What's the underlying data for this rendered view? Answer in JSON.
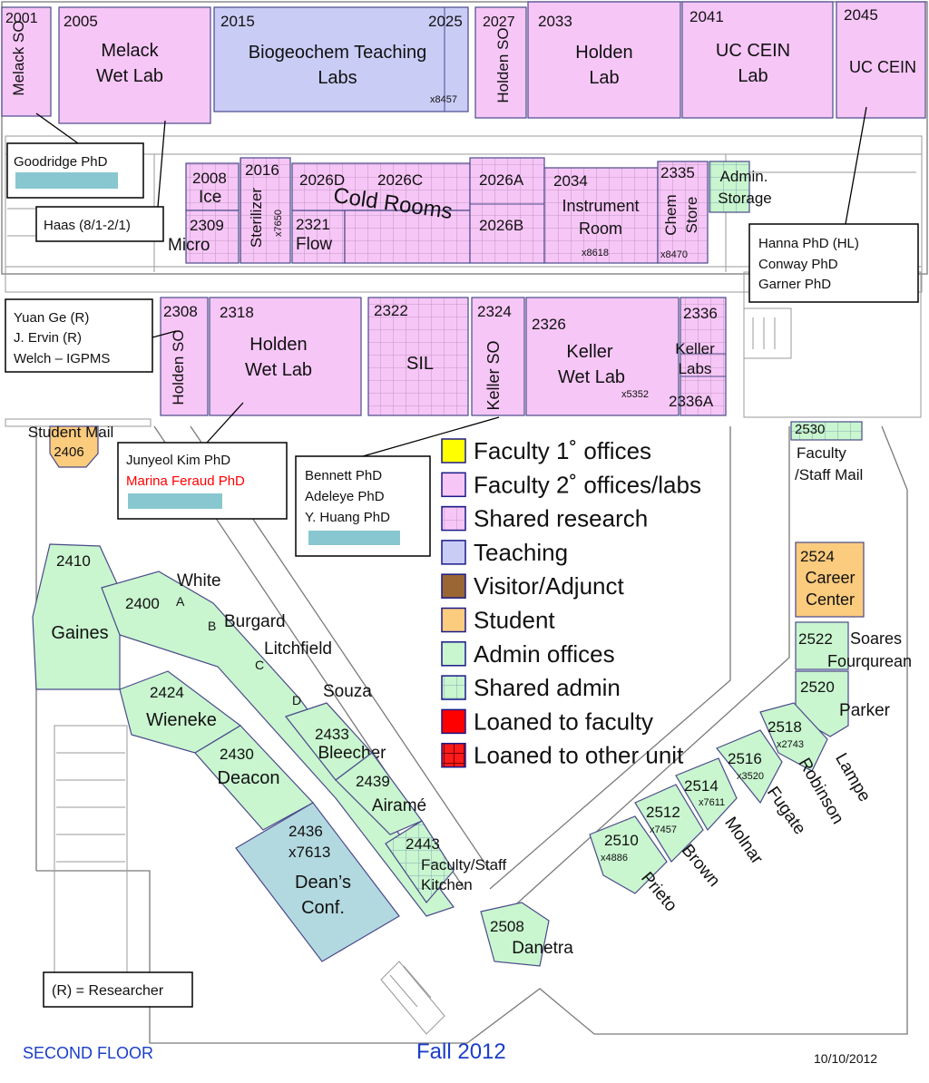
{
  "rooms": {
    "r2001": {
      "num": "2001",
      "name": "Melack SO"
    },
    "r2005": {
      "num": "2005",
      "name1": "Melack",
      "name2": "Wet Lab"
    },
    "r2015": {
      "num": "2015",
      "name1": "Biogeochem Teaching",
      "name2": "Labs"
    },
    "r2025": {
      "num": "2025",
      "ext": "x8457"
    },
    "r2027": {
      "num": "2027",
      "name": "Holden SO"
    },
    "r2033": {
      "num": "2033",
      "name1": "Holden",
      "name2": "Lab"
    },
    "r2041": {
      "num": "2041",
      "name1": "UC CEIN",
      "name2": "Lab"
    },
    "r2045": {
      "num": "2045",
      "name": "UC CEIN"
    },
    "r2008": {
      "num": "2008",
      "name": "Ice"
    },
    "r2016": {
      "num": "2016",
      "name": "Sterilizer",
      "ext": "x7650"
    },
    "r2309": {
      "num": "2309",
      "name": "Micro"
    },
    "r2321": {
      "num": "2321",
      "name": "Flow"
    },
    "r2026D": {
      "num": "2026D"
    },
    "r2026C": {
      "num": "2026C"
    },
    "cold_rooms": "Cold Rooms",
    "r2026A": {
      "num": "2026A"
    },
    "r2026B": {
      "num": "2026B"
    },
    "r2034": {
      "num": "2034",
      "name1": "Instrument",
      "name2": "Room",
      "ext": "x8618"
    },
    "r2335": {
      "num": "2335",
      "name1": "Chem",
      "name2": "Store",
      "ext": "x8470"
    },
    "admin_storage": {
      "name1": "Admin.",
      "name2": "Storage"
    },
    "r2308": {
      "num": "2308",
      "name": "Holden SO"
    },
    "r2318": {
      "num": "2318",
      "name1": "Holden",
      "name2": "Wet Lab"
    },
    "r2322": {
      "num": "2322",
      "name": "SIL"
    },
    "r2324": {
      "num": "2324",
      "name": "Keller SO"
    },
    "r2326": {
      "num": "2326",
      "name1": "Keller",
      "name2": "Wet Lab",
      "ext": "x5352"
    },
    "r2336": {
      "num": "2336",
      "name1": "Keller",
      "name2": "Labs"
    },
    "r2336A": {
      "num": "2336A"
    },
    "r2406": {
      "num": "2406",
      "name": "Student Mail"
    },
    "r2530": {
      "num": "2530",
      "name1": "Faculty",
      "name2": "/Staff Mail"
    },
    "r2410": {
      "num": "2410",
      "name": "Gaines"
    },
    "r2400": {
      "num": "2400",
      "name": "White",
      "a": "A",
      "b": "B",
      "c": "C",
      "d": "D",
      "burgard": "Burgard",
      "litchfield": "Litchfield",
      "souza": "Souza"
    },
    "r2424": {
      "num": "2424",
      "name": "Wieneke"
    },
    "r2430": {
      "num": "2430",
      "name": "Deacon"
    },
    "r2433": {
      "num": "2433",
      "name": "Bleecher"
    },
    "r2439": {
      "num": "2439",
      "name": "Airamé"
    },
    "r2436": {
      "num": "2436",
      "ext": "x7613",
      "name1": "Dean’s",
      "name2": "Conf."
    },
    "r2443": {
      "num": "2443",
      "name1": "Faculty/Staff",
      "name2": "Kitchen"
    },
    "r2508": {
      "num": "2508",
      "name": "Danetra"
    },
    "r2524": {
      "num": "2524",
      "name1": "Career",
      "name2": "Center"
    },
    "r2522": {
      "num": "2522",
      "name1": "Soares",
      "name2": "Fourqurean"
    },
    "r2520": {
      "num": "2520",
      "name": "Parker"
    },
    "r2518": {
      "num": "2518",
      "ext": "x2743",
      "name": "Robinson",
      "name_b": "Lampe"
    },
    "r2516": {
      "num": "2516",
      "ext": "x3520",
      "name": "Fugate"
    },
    "r2514": {
      "num": "2514",
      "ext": "x7611",
      "name": "Molnar"
    },
    "r2512": {
      "num": "2512",
      "ext": "x7457",
      "name": "Brown"
    },
    "r2510": {
      "num": "2510",
      "ext": "x4886",
      "name": "Prieto"
    }
  },
  "callouts": {
    "goodridge": "Goodridge PhD",
    "haas": "Haas (8/1-2/1)",
    "hanna": [
      "Hanna PhD (HL)",
      "Conway  PhD",
      "Garner PhD"
    ],
    "yuan": [
      "Yuan Ge (R)",
      "J. Ervin (R)",
      "Welch – IGPMS"
    ],
    "junyeol": [
      "Junyeol Kim PhD",
      "Marina Feraud PhD"
    ],
    "bennett": [
      "Bennett PhD",
      "Adeleye PhD",
      "Y. Huang PhD"
    ],
    "researcher": "(R) = Researcher"
  },
  "legend": [
    {
      "label": "Faculty 1˚ offices",
      "color": "#ffff00",
      "pattern": "none"
    },
    {
      "label": "Faculty 2˚ offices/labs",
      "color": "#f6c6f6",
      "pattern": "none"
    },
    {
      "label": "Shared research",
      "color": "#f6c6f6",
      "pattern": "grid"
    },
    {
      "label": "Teaching",
      "color": "#c9cdf6",
      "pattern": "none"
    },
    {
      "label": "Visitor/Adjunct",
      "color": "#9a6634",
      "pattern": "none"
    },
    {
      "label": "Student",
      "color": "#fbcb7e",
      "pattern": "none"
    },
    {
      "label": "Admin offices",
      "color": "#c9f5cf",
      "pattern": "none"
    },
    {
      "label": "Shared admin",
      "color": "#c9f5cf",
      "pattern": "grid"
    },
    {
      "label": "Loaned to faculty",
      "color": "#ff0000",
      "pattern": "none"
    },
    {
      "label": "Loaned to other unit",
      "color": "#ff0000",
      "pattern": "grid"
    }
  ],
  "footer": {
    "floor": "SECOND FLOOR",
    "season": "Fall 2012",
    "date": "10/10/2012"
  },
  "colors": {
    "faculty2": "#f6c6f6",
    "teaching": "#c9cdf6",
    "admin": "#c9f5cf",
    "student": "#fbcb7e",
    "conference": "#b3d9e0",
    "floor_label": "#1a3ec8",
    "marina": "#ff0000"
  }
}
